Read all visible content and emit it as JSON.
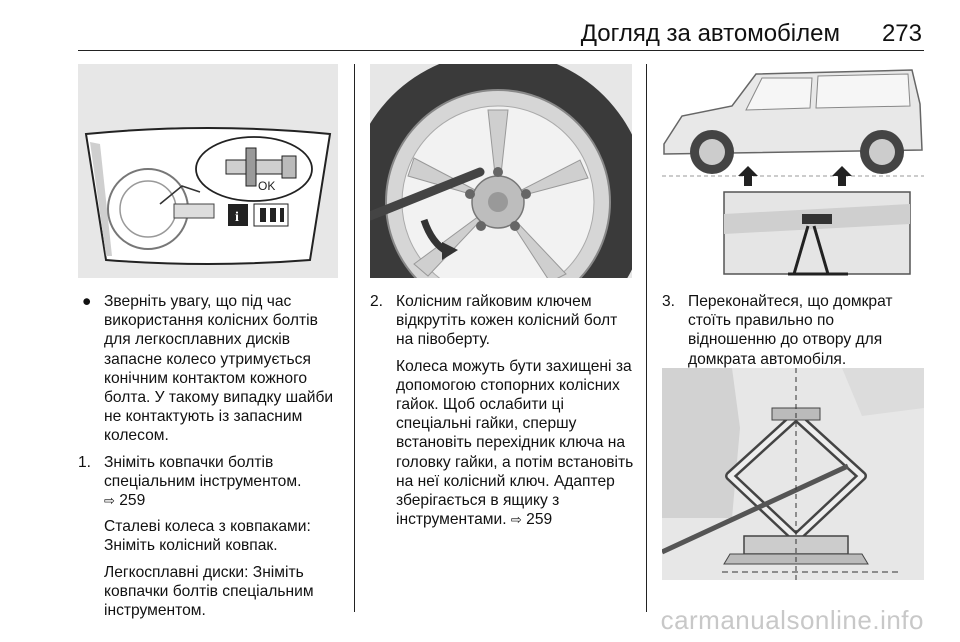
{
  "header": {
    "title": "Догляд за автомобілем",
    "page_number": "273"
  },
  "figures": {
    "bolt_label": {
      "ok_text": "OK",
      "info_icon_text": "i"
    }
  },
  "col1": {
    "bullet": "●",
    "bullet_text": "Зверніть увагу, що під час використання колісних болтів для легкосплавних дисків запасне колесо утримується конічним контактом кожного болта. У такому випадку шайби не контактують із запасним колесом.",
    "step1_num": "1.",
    "step1_text": "Зніміть ковпачки болтів спеціальним інструментом.",
    "step1_ref_icon": "⇨",
    "step1_ref_page": "259",
    "step1_note1": "Сталеві колеса з ковпаками: Зніміть колісний ковпак.",
    "step1_note2": "Легкосплавні диски: Зніміть ковпачки болтів спеціальним інструментом."
  },
  "col2": {
    "step2_num": "2.",
    "step2_text": "Колісним гайковим ключем відкрутіть кожен колісний болт на півоберту.",
    "step2_note": "Колеса можуть бути захищені за допомогою стопорних колісних гайок. Щоб ослабити ці спеціальні гайки, спершу встановіть перехідник ключа на головку гайки, а потім встановіть на неї колісний ключ. Адаптер зберігається в ящику з інструментами.",
    "step2_ref_icon": "⇨",
    "step2_ref_page": "259"
  },
  "col3": {
    "step3_num": "3.",
    "step3_text": "Переконайтеся, що домкрат стоїть правильно по відношенню до отвору для домкрата автомобіля."
  },
  "watermark": "carmanualsonline.info"
}
